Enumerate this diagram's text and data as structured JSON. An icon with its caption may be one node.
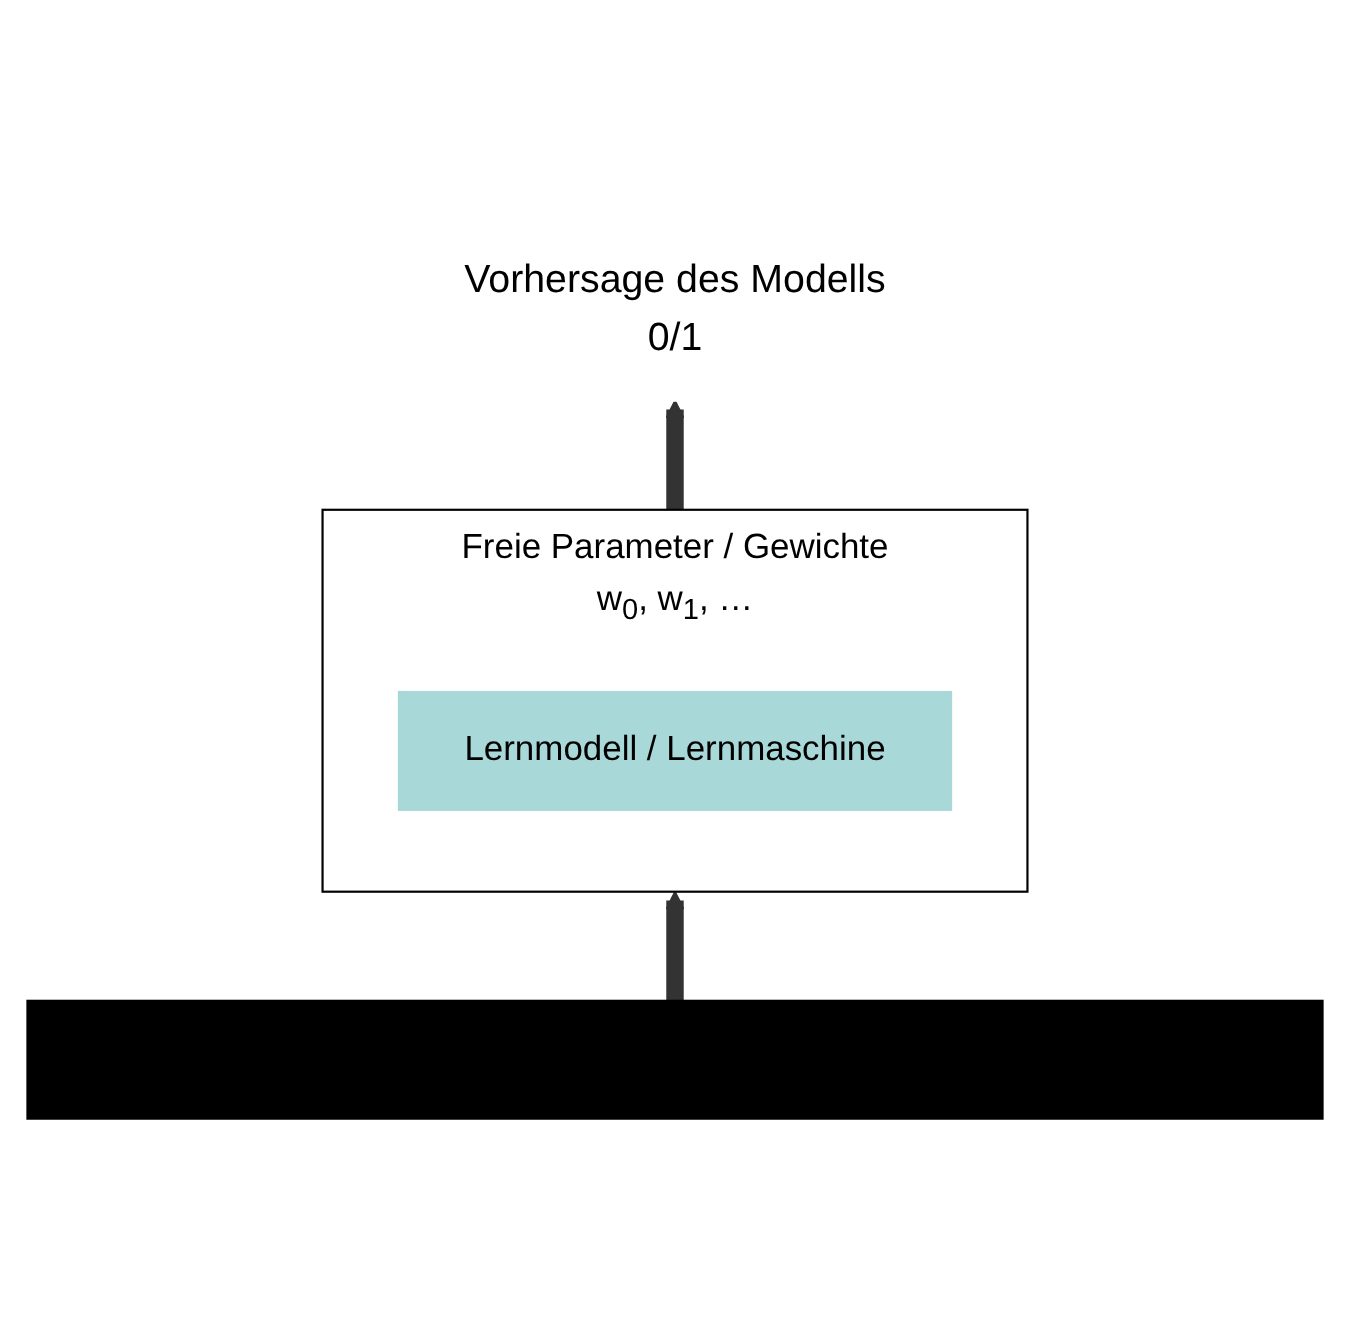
{
  "diagram": {
    "nodes": [
      {
        "text": [
          "Vorhersage des Modells",
          "0/1"
        ]
      },
      {
        "text": [
          "Freie Parameter / Gewichte",
          "w$_{0}$, w$_{1}$, …"
        ]
      },
      {
        "text": [
          "Lernmodell / Lernmaschine"
        ],
        "in": 1
      },
      {
        "text": [],
        "shape": "bar"
      }
    ],
    "edges": [
      {
        "from": 3,
        "to": 1,
        "arrow": "to"
      },
      {
        "from": 1,
        "to": 0,
        "arrow": "to"
      }
    ]
  }
}
